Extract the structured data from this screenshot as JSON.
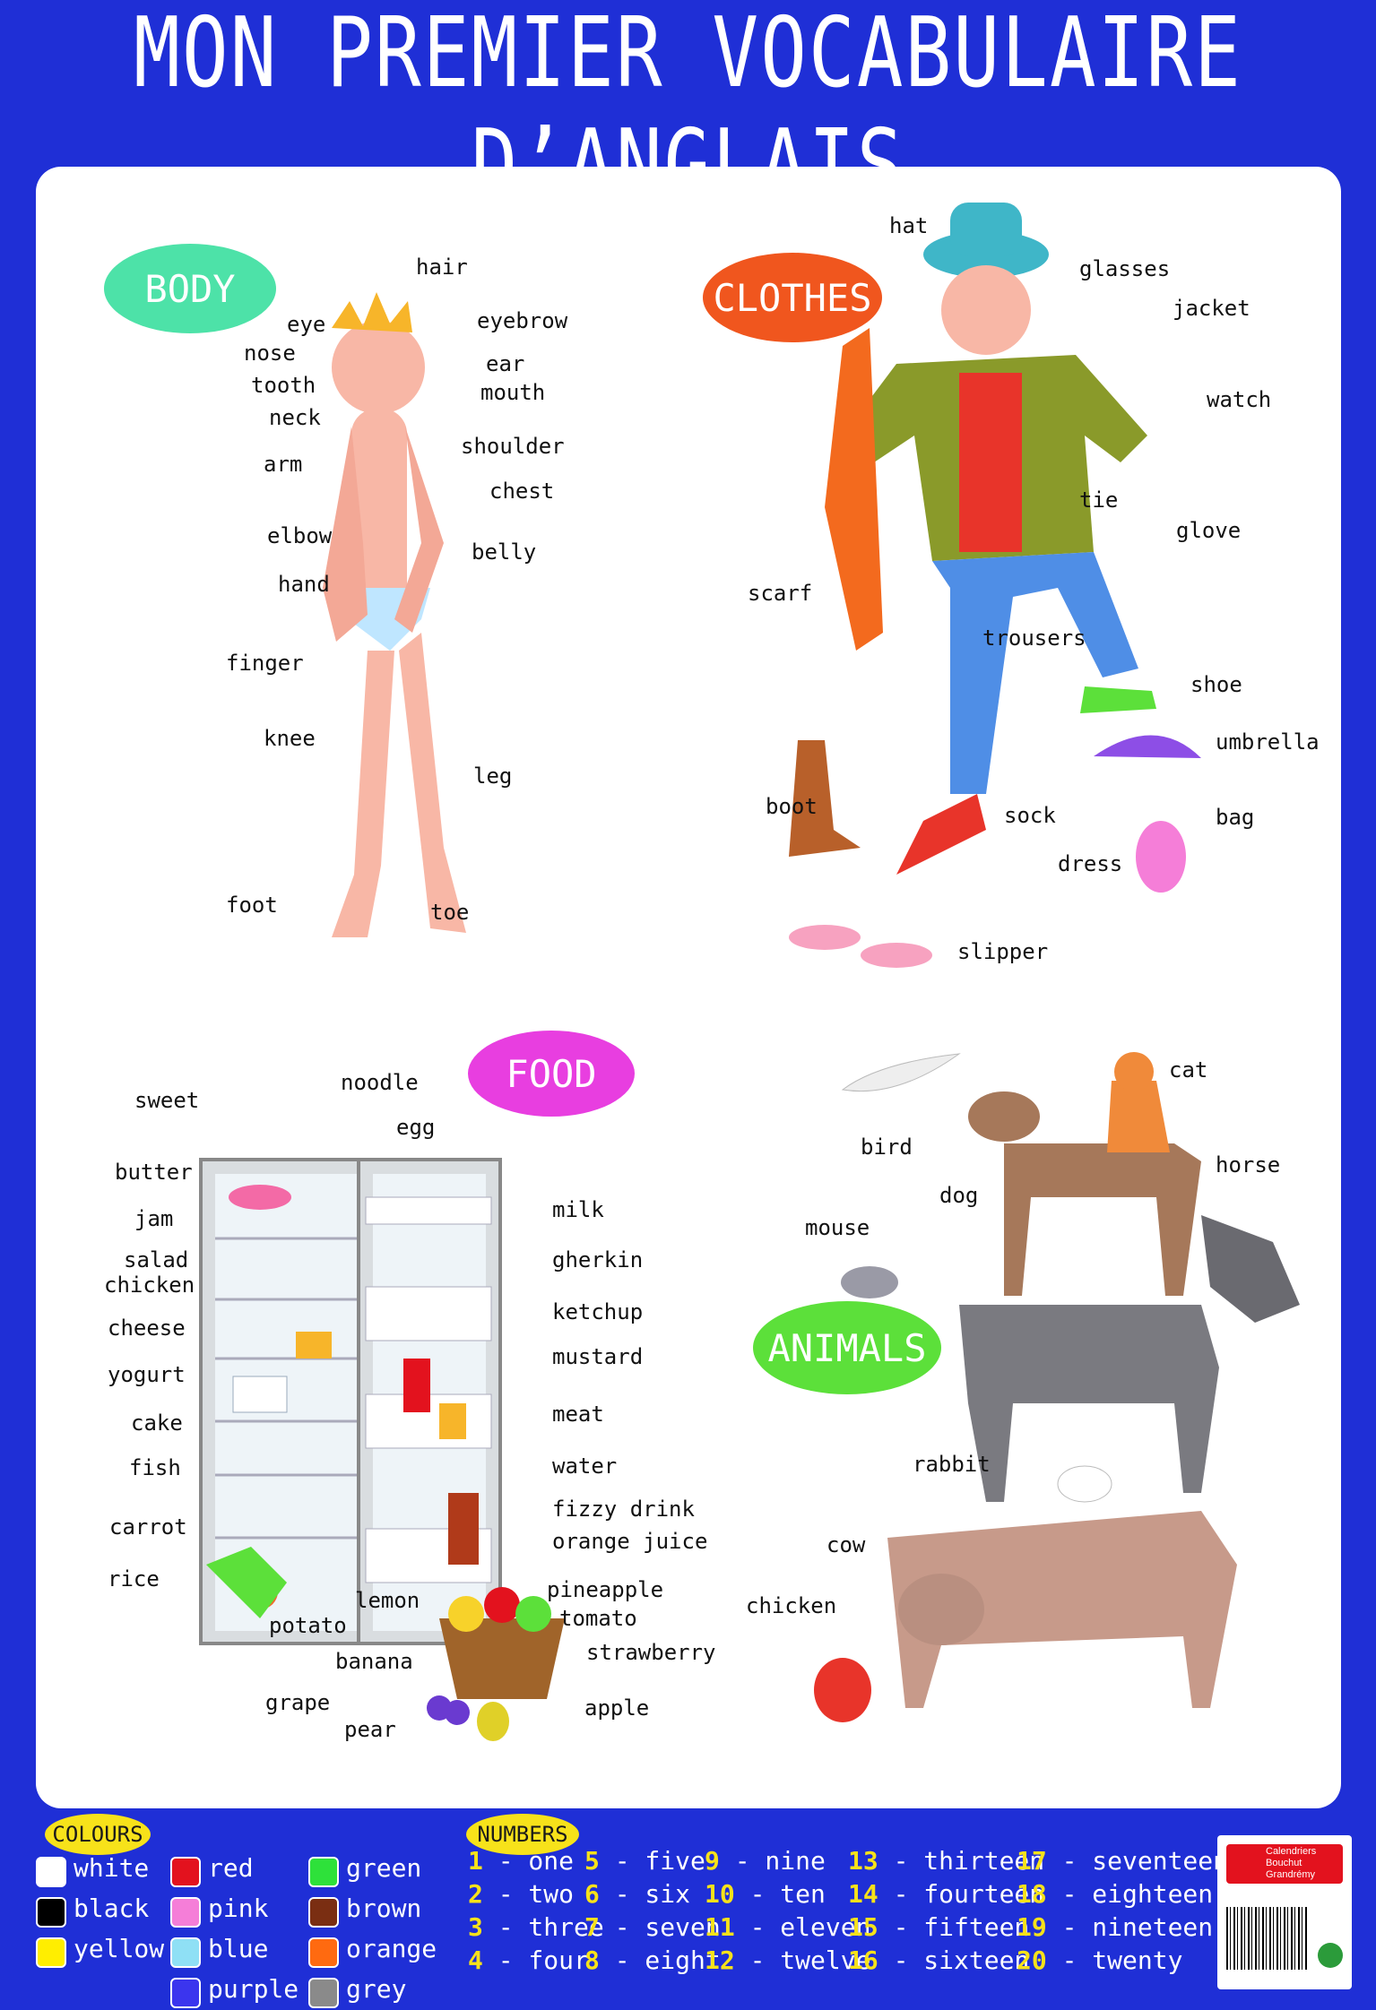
{
  "title": "MON PREMIER VOCABULAIRE D’ANGLAIS",
  "sections": {
    "body": {
      "title": "BODY",
      "color": "#4de2a8",
      "labels": [
        "hair",
        "eye",
        "eyebrow",
        "nose",
        "ear",
        "tooth",
        "mouth",
        "neck",
        "shoulder",
        "arm",
        "chest",
        "elbow",
        "belly",
        "hand",
        "finger",
        "knee",
        "leg",
        "foot",
        "toe"
      ]
    },
    "clothes": {
      "title": "CLOTHES",
      "color": "#f0561e",
      "labels": [
        "hat",
        "glasses",
        "jacket",
        "watch",
        "tie",
        "glove",
        "scarf",
        "trousers",
        "shoe",
        "umbrella",
        "boot",
        "sock",
        "bag",
        "dress",
        "slipper"
      ]
    },
    "food": {
      "title": "FOOD",
      "color": "#e83ee0",
      "labels": [
        "sweet",
        "noodle",
        "egg",
        "butter",
        "jam",
        "milk",
        "salad",
        "chicken",
        "gherkin",
        "cheese",
        "ketchup",
        "yogurt",
        "mustard",
        "cake",
        "meat",
        "fish",
        "water",
        "fizzy drink",
        "carrot",
        "orange juice",
        "rice",
        "pineapple",
        "lemon",
        "potato",
        "tomato",
        "banana",
        "strawberry",
        "grape",
        "apple",
        "pear"
      ]
    },
    "animals": {
      "title": "ANIMALS",
      "color": "#5ce03a",
      "labels": [
        "cat",
        "bird",
        "dog",
        "horse",
        "mouse",
        "rabbit",
        "cow",
        "chicken"
      ]
    }
  },
  "colours": {
    "title": "COLOURS",
    "items": [
      {
        "name": "white",
        "hex": "#ffffff"
      },
      {
        "name": "black",
        "hex": "#000000"
      },
      {
        "name": "yellow",
        "hex": "#ffee00"
      },
      {
        "name": "red",
        "hex": "#e3121e"
      },
      {
        "name": "pink",
        "hex": "#f57ed8"
      },
      {
        "name": "blue",
        "hex": "#8fe0f5"
      },
      {
        "name": "purple",
        "hex": "#3b35ee"
      },
      {
        "name": "green",
        "hex": "#2ee13a"
      },
      {
        "name": "brown",
        "hex": "#7a2e12"
      },
      {
        "name": "orange",
        "hex": "#ff6a10"
      },
      {
        "name": "grey",
        "hex": "#8a8a8a"
      }
    ]
  },
  "numbers": {
    "title": "NUMBERS",
    "items": [
      {
        "n": "1",
        "w": "one"
      },
      {
        "n": "2",
        "w": "two"
      },
      {
        "n": "3",
        "w": "three"
      },
      {
        "n": "4",
        "w": "four"
      },
      {
        "n": "5",
        "w": "five"
      },
      {
        "n": "6",
        "w": "six"
      },
      {
        "n": "7",
        "w": "seven"
      },
      {
        "n": "8",
        "w": "eight"
      },
      {
        "n": "9",
        "w": "nine"
      },
      {
        "n": "10",
        "w": "ten"
      },
      {
        "n": "11",
        "w": "eleven"
      },
      {
        "n": "12",
        "w": "twelve"
      },
      {
        "n": "13",
        "w": "thirteen"
      },
      {
        "n": "14",
        "w": "fourteen"
      },
      {
        "n": "15",
        "w": "fifteen"
      },
      {
        "n": "16",
        "w": "sixteen"
      },
      {
        "n": "17",
        "w": "seventeen"
      },
      {
        "n": "18",
        "w": "eighteen"
      },
      {
        "n": "19",
        "w": "nineteen"
      },
      {
        "n": "20",
        "w": "twenty"
      }
    ]
  },
  "publisher": {
    "name_line1": "Calendriers",
    "name_line2": "Bouchut",
    "name_line3": "Grandrémy"
  }
}
